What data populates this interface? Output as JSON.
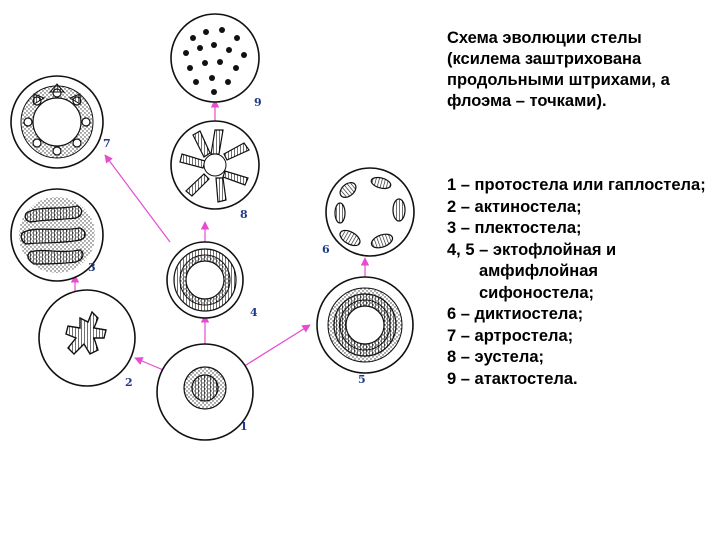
{
  "caption": "Схема эволюции стелы (ксилема заштрихована продольными штрихами, а флоэма – точками).",
  "legend": [
    "1 – протостела или гаплостела;",
    "2 – актиностела;",
    "3 – плектостела;",
    "4, 5 – эктофлойная и амфифлойная сифоностела;",
    "6 – диктиостела;",
    "7 – артростела;",
    "8 – эустела;",
    "9 – атактостела."
  ],
  "figure_numbers": [
    "1",
    "2",
    "3",
    "4",
    "5",
    "6",
    "7",
    "8",
    "9"
  ],
  "colors": {
    "arrow": "#e84ad0",
    "number": "#1f3a8a",
    "ink": "#111111"
  }
}
